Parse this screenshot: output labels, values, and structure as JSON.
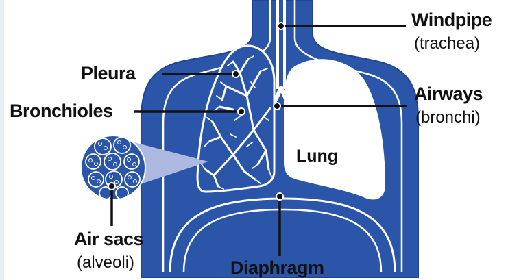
{
  "colors": {
    "background": "#ffffff",
    "body": "#2a55a8",
    "body_edge": "#1f4590",
    "lung_fill": "#ffffff",
    "leader_line": "#111111",
    "zoom_cone": "#aeb9e2",
    "left_edge_strip": "#e8eef6"
  },
  "labels": {
    "windpipe": {
      "name": "Windpipe",
      "sub": "(trachea)"
    },
    "airways": {
      "name": "Airways",
      "sub": "(bronchi)"
    },
    "pleura": {
      "name": "Pleura"
    },
    "bronchioles": {
      "name": "Bronchioles"
    },
    "lung": {
      "name": "Lung"
    },
    "air_sacs": {
      "name": "Air sacs",
      "sub": "(alveoli)"
    },
    "diaphragm": {
      "name": "Diaphragm"
    }
  },
  "icons": {
    "torso": "torso-silhouette",
    "left_lung": "bronchial-tree-lung",
    "right_lung": "lung-outline",
    "alveoli": "alveoli-magnified-circle"
  }
}
